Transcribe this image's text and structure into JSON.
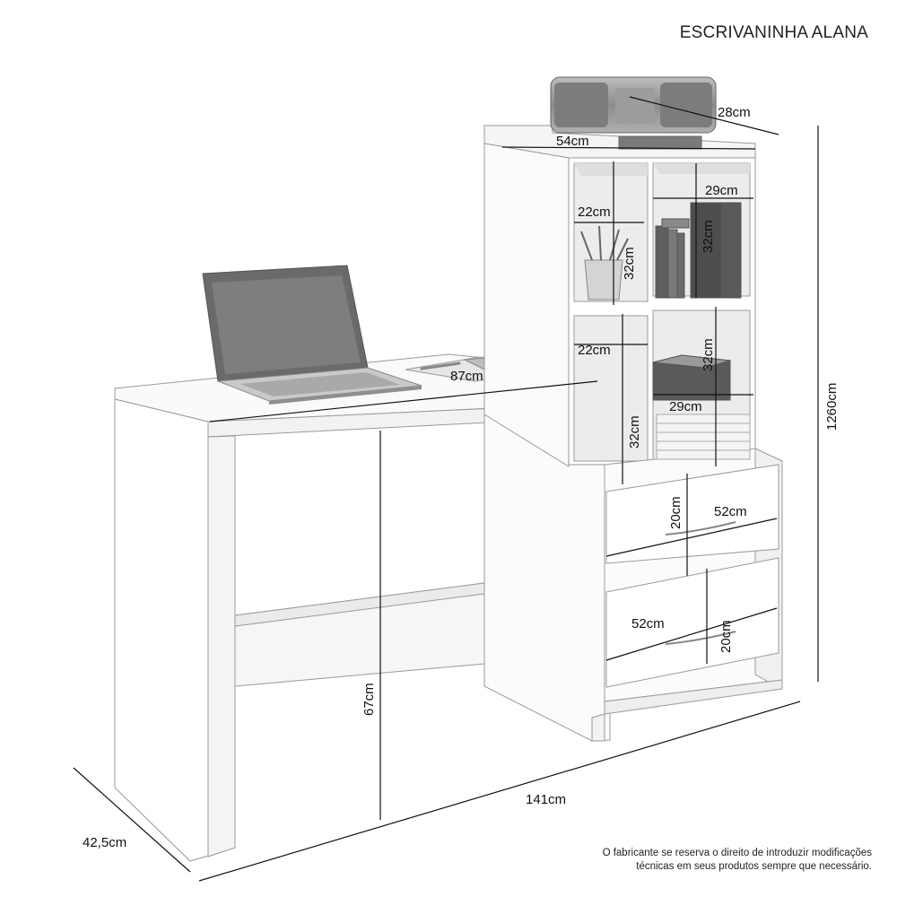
{
  "title": "ESCRIVANINHA ALANA",
  "disclaimer": {
    "line1": "O fabricante se reserva o direito de introduzir modificações",
    "line2": "técnicas em seus produtos sempre que necessário."
  },
  "dimensions": {
    "printer_depth": "28cm",
    "top_width": "54cm",
    "niche_upper_right_width": "29cm",
    "niche_upper_left_width": "22cm",
    "niche_upper_left_height": "32cm",
    "niche_upper_right_height": "32cm",
    "niche_lower_left_width": "22cm",
    "niche_lower_right_height": "32cm",
    "desk_top_width": "87cm",
    "niche_lower_right_width": "29cm",
    "niche_lower_left_height": "32cm",
    "drawer_upper_height": "20cm",
    "drawer_upper_width": "52cm",
    "drawer_lower_width": "52cm",
    "drawer_lower_height": "20cm",
    "desk_height": "67cm",
    "total_width": "141cm",
    "total_depth": "42,5cm",
    "total_height": "1260cm"
  }
}
